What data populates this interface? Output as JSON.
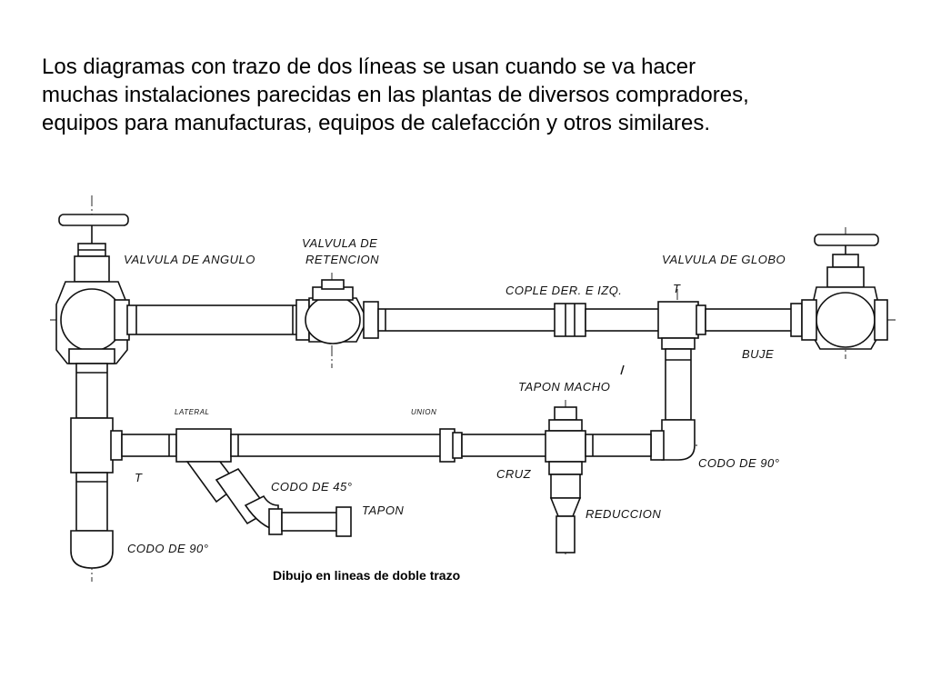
{
  "intro": {
    "line1": "Los diagramas con trazo de dos líneas se usan cuando se va hacer",
    "line2": "muchas instalaciones parecidas en las plantas de diversos compradores,",
    "line3": "equipos para manufacturas, equipos de calefacción y otros similares."
  },
  "labels": {
    "valvula_angulo": "VALVULA DE ANGULO",
    "valvula_retencion_1": "VALVULA DE",
    "valvula_retencion_2": "RETENCION",
    "cople": "COPLE DER. E IZQ.",
    "t_top": "T",
    "valvula_globo": "VALVULA DE GLOBO",
    "buje": "BUJE",
    "tapon_macho": "TAPON MACHO",
    "lateral": "LATERAL",
    "union": "UNION",
    "t_left": "T",
    "codo_45": "CODO DE 45°",
    "tapon": "TAPON",
    "cruz": "CRUZ",
    "codo_90_right": "CODO DE 90°",
    "reduccion": "REDUCCION",
    "codo_90_left": "CODO DE 90°"
  },
  "caption": "Dibujo en lineas de doble trazo"
}
